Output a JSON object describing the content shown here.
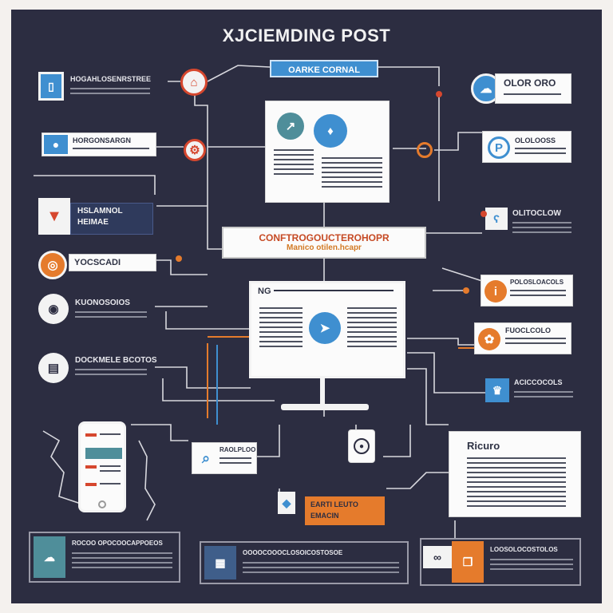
{
  "title": "XJCIEMDING POST",
  "badge": "OARKE CORNAL",
  "banner": {
    "line1": "CONFTROGOUCTEROHOPR",
    "line2": "Manico otilen.hcapr"
  },
  "left": {
    "item1": "HOGAHLOSENRSTREE",
    "item2": "HORGONSARGN",
    "item3_line1": "HSLAMNOL",
    "item3_line2": "HEIMAE",
    "item4": "YOCSCADI",
    "item5": "KUONOSOIOS",
    "item6": "DOCKMELE BCOTOS"
  },
  "right": {
    "item1": "OLOR ORO",
    "item2": "OLOLOOSS",
    "item3": "OLITOCLOW",
    "item4": "POLOSLOACOLS",
    "item5": "FUOCLCOLO",
    "item6": "ACICCOCOLS"
  },
  "monitor_label": "NG",
  "card_mid": "RAOLPLOO",
  "orange_tag": {
    "line1": "EARTI LEUTO",
    "line2": "EMACIN"
  },
  "article_card": "Ricuro",
  "bottom": {
    "left": "ROCOO OPOCOOCAPPOEOS",
    "mid": "OOOOCOOOCLOSOICOSTOSOE",
    "right": "LOOSOLOCOSTOLOS"
  },
  "colors": {
    "background": "#2c2d41",
    "accent_blue": "#3f8fd0",
    "accent_orange": "#e57b2c",
    "accent_red": "#d6472e",
    "card": "#fbfbfb"
  }
}
